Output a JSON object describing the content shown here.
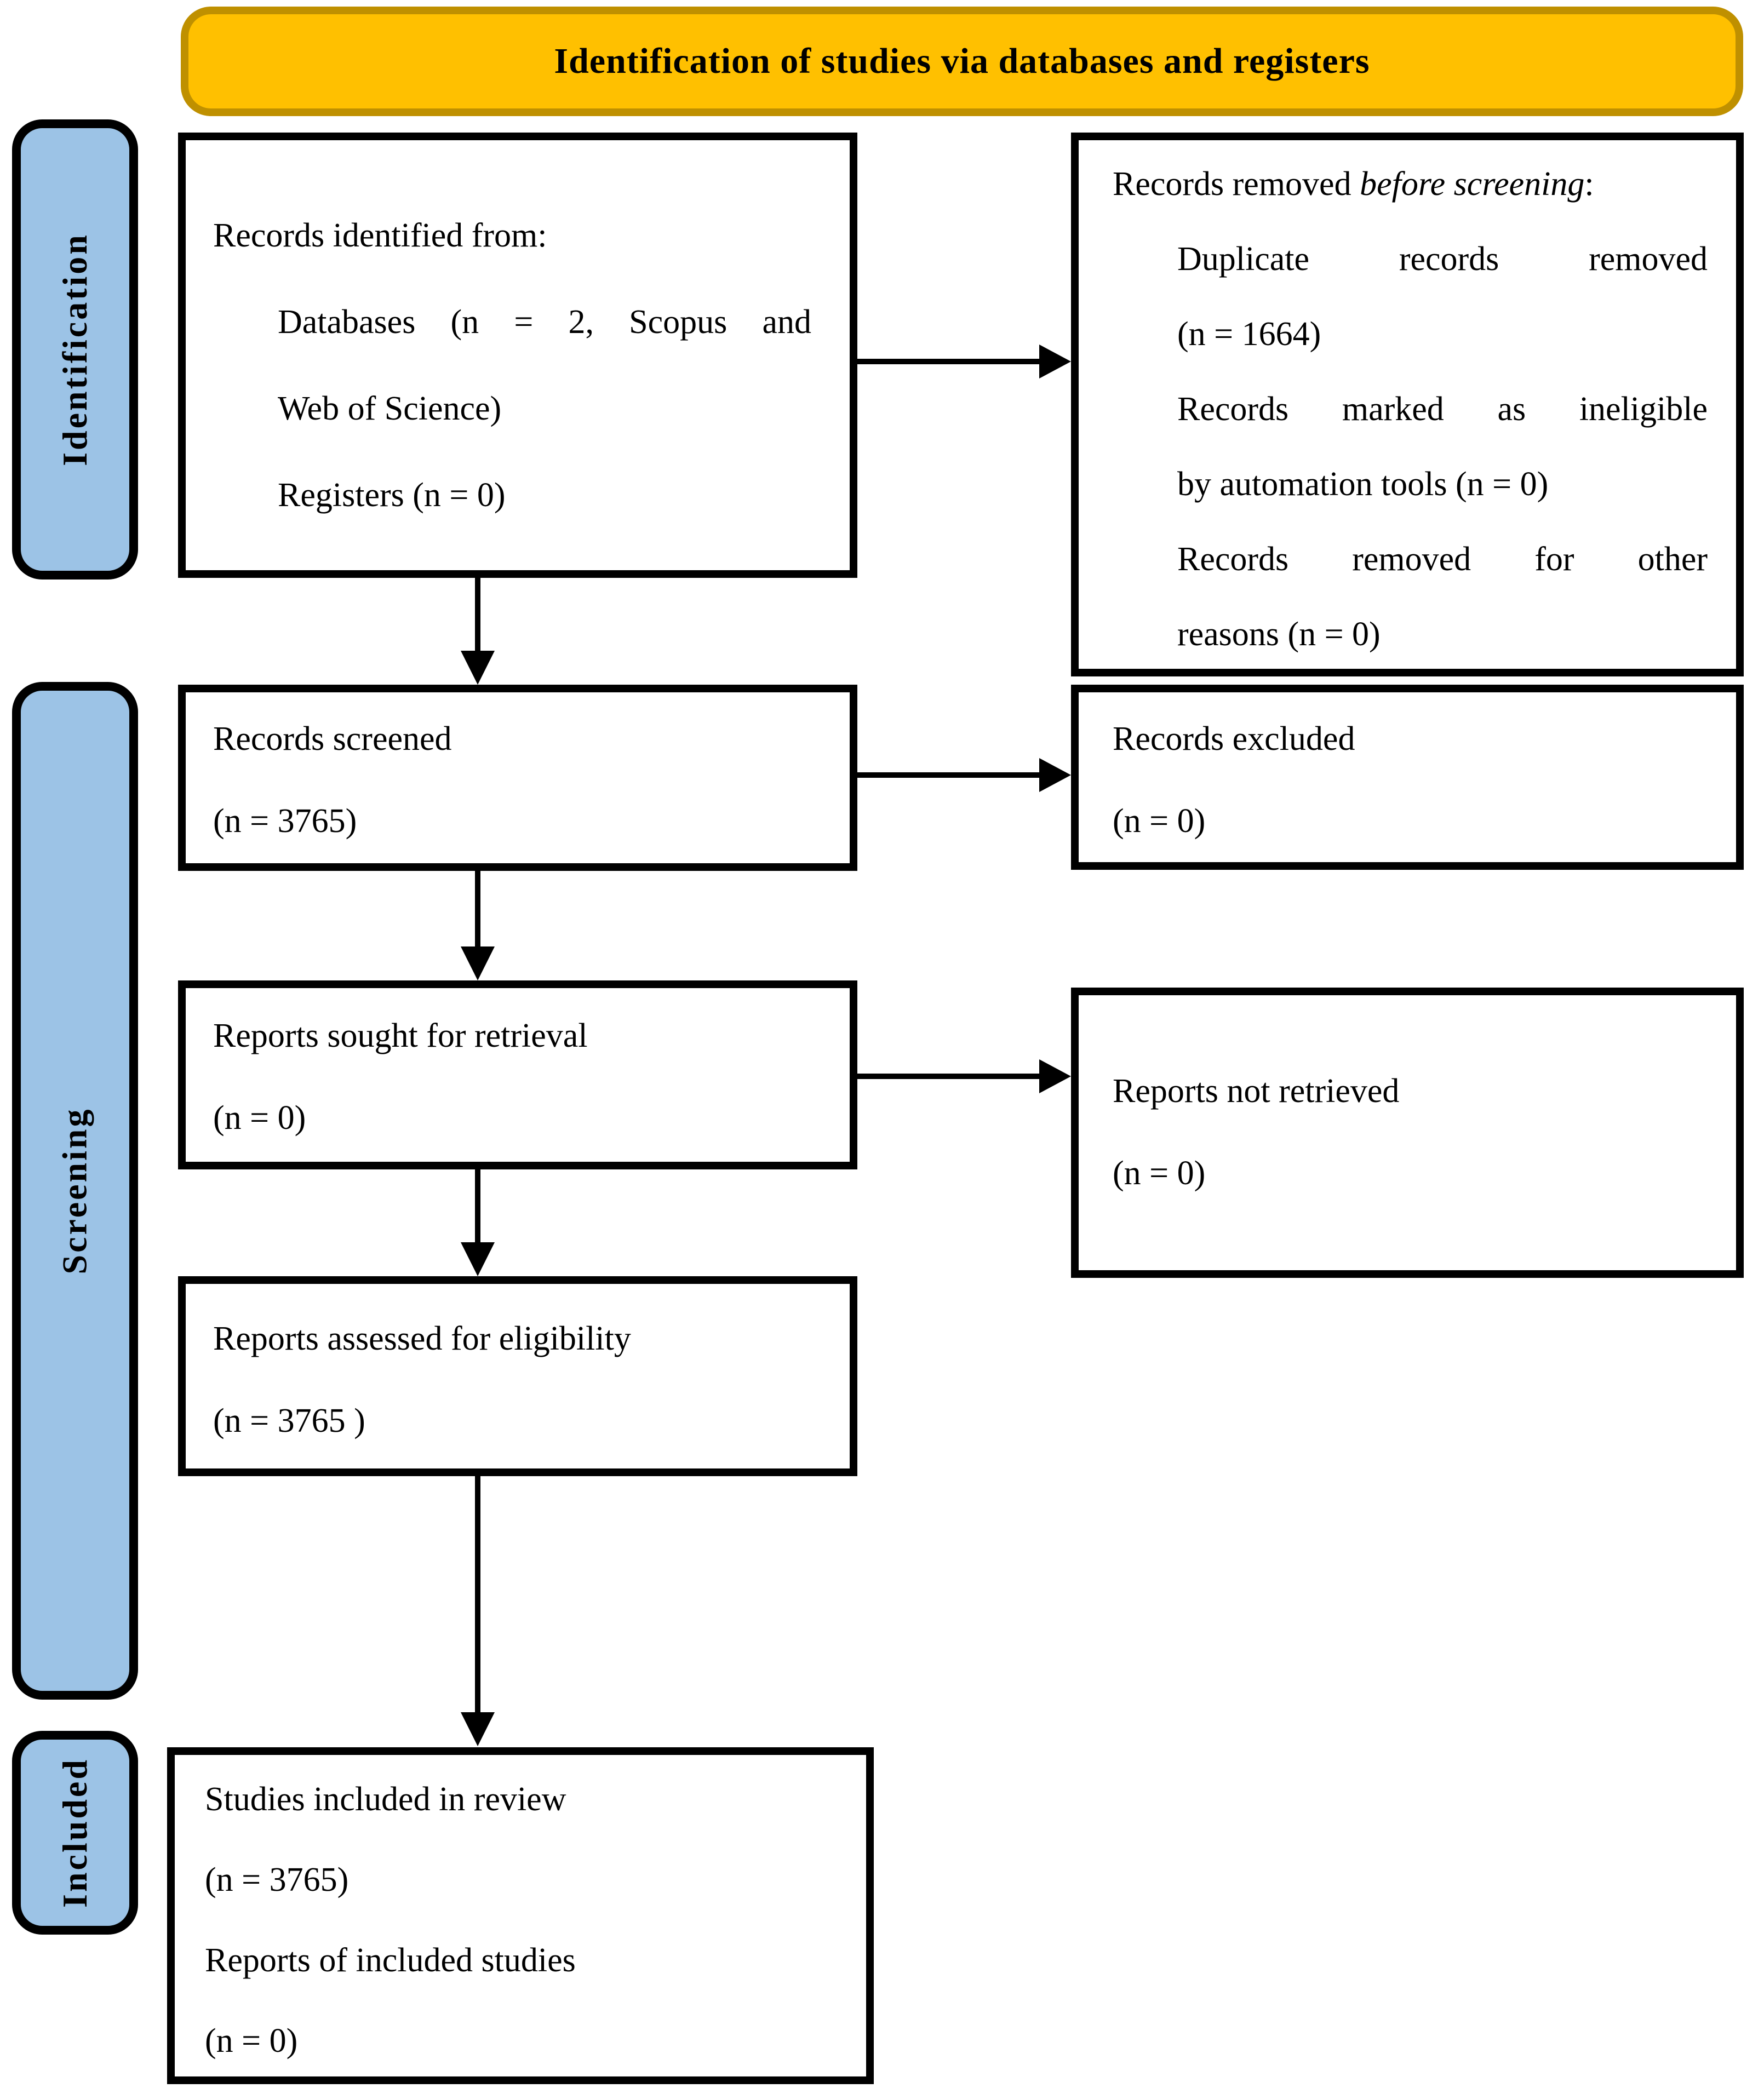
{
  "banner": {
    "title": "Identification of studies via databases and registers"
  },
  "sidebar": {
    "identification": "Identification",
    "screening": "Screening",
    "included": "Included"
  },
  "boxes": {
    "identified": {
      "line1": "Records identified from:",
      "indented": [
        "Databases (n = 2, Scopus and",
        "Web of Science)",
        "Registers (n = 0)"
      ]
    },
    "removed": {
      "line1_prefix": "Records removed ",
      "line1_italic": "before screening",
      "line1_suffix": ":",
      "indented": [
        "Duplicate records removed",
        "(n = 1664)",
        "Records marked as ineligible",
        "by automation tools (n = 0)",
        "Records removed for other",
        "reasons (n = 0)"
      ]
    },
    "screened": {
      "lines": [
        "Records screened",
        "(n = 3765)"
      ]
    },
    "excluded": {
      "lines": [
        "Records excluded",
        "(n = 0)"
      ]
    },
    "sought": {
      "lines": [
        "Reports sought for retrieval",
        "(n = 0)"
      ]
    },
    "not_retrieved": {
      "lines": [
        "Reports not retrieved",
        "(n = 0)"
      ]
    },
    "assessed": {
      "lines": [
        "Reports assessed for eligibility",
        "(n = 3765 )"
      ]
    },
    "included_studies": {
      "lines": [
        "Studies included in review",
        "(n = 3765)",
        "Reports of included studies",
        "(n = 0)"
      ]
    }
  },
  "colors": {
    "banner_fill": "#FFC000",
    "banner_border": "#BF9000",
    "stage_fill": "#9CC3E6",
    "box_border": "#000000",
    "text": "#000000"
  }
}
